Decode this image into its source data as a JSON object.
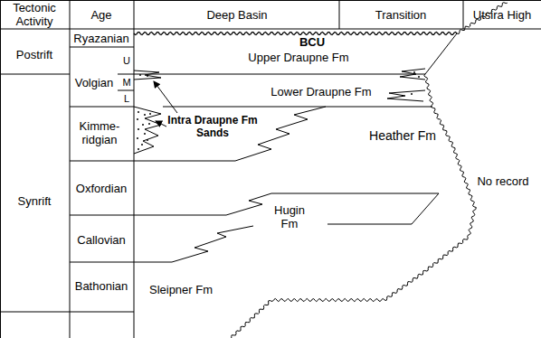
{
  "diagram": {
    "labels": [
      "Tectonic Activity",
      "Age",
      "Deep Basin",
      "Transition",
      "Utsira High",
      "Postrift",
      "Ryazanian",
      "U",
      "Volgian",
      "M",
      "L",
      "BCU",
      "Upper Draupne Fm",
      "Lower Draupne Fm",
      "Intra Draupne Fm Sands",
      "Kimme- ridgian",
      "Heather Fm",
      "Synrift",
      "Oxfordian",
      "Hugin Fm",
      "No record",
      "Callovian",
      "Bathonian",
      "Sleipner Fm"
    ]
  }
}
